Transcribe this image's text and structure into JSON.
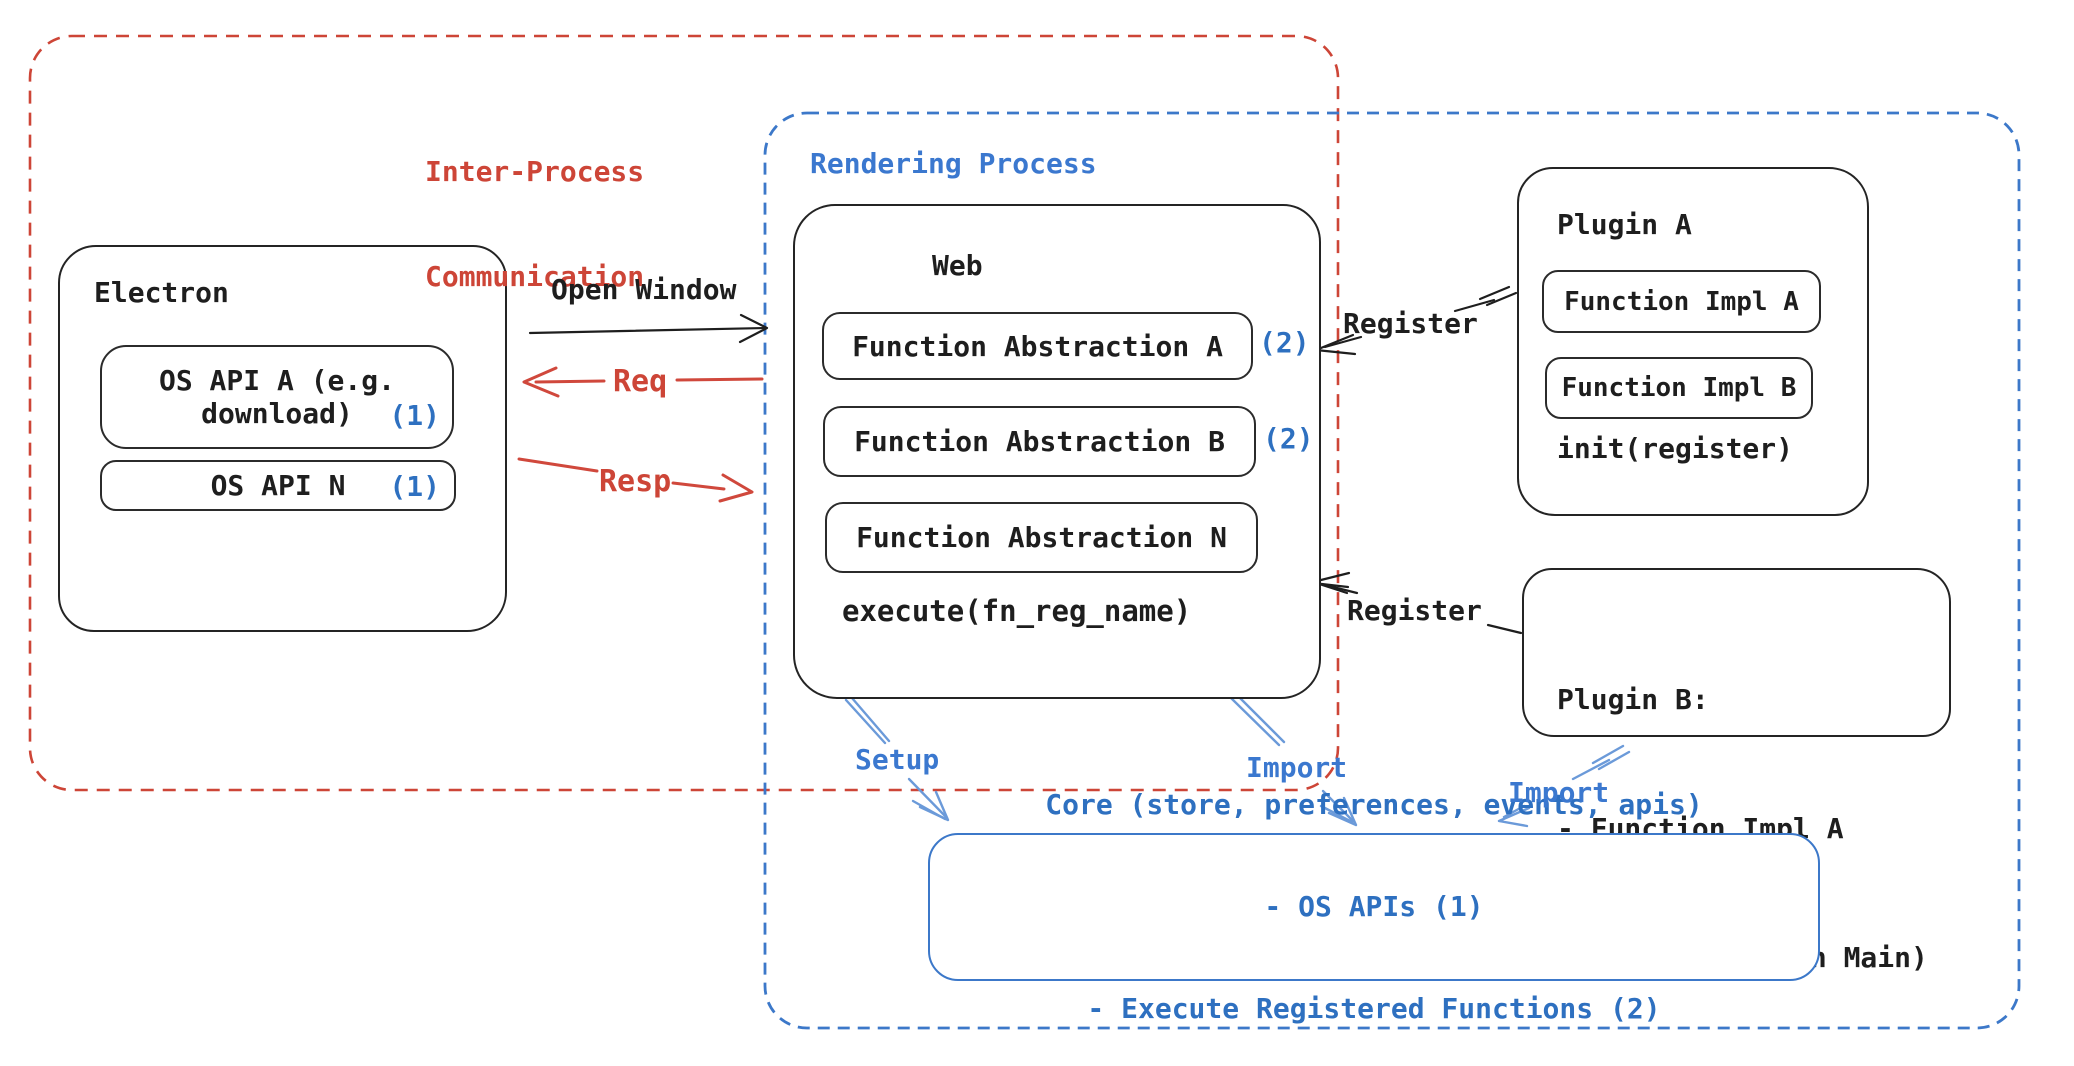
{
  "colors": {
    "ink": "#1e1e1e",
    "red": "#cd4537",
    "red_arrow": "#d0483c",
    "blue_text": "#2e70c0",
    "blue_dash_border": "#3c78c9",
    "blue_arrow": "#6b9ad9"
  },
  "ipc_region": {
    "label_line1": "Inter-Process",
    "label_line2": "Communication"
  },
  "rendering_region": {
    "label": "Rendering Process"
  },
  "electron": {
    "title": "Electron",
    "os_api_a": {
      "line1": "OS API A (e.g.",
      "line2": "download)",
      "badge": "(1)"
    },
    "os_api_n": {
      "label": "OS API N",
      "badge": "(1)"
    }
  },
  "web": {
    "title": "Web",
    "abstractions": [
      {
        "label": "Function Abstraction A",
        "badge": "(2)"
      },
      {
        "label": "Function Abstraction B",
        "badge": "(2)"
      },
      {
        "label": "Function Abstraction N",
        "badge": ""
      }
    ],
    "execute": "execute(fn_reg_name)"
  },
  "plugin_a": {
    "title": "Plugin A",
    "impl_a": "Function Impl A",
    "impl_b": "Function Impl B",
    "init": "init(register)"
  },
  "plugin_b": {
    "title": "Plugin B:",
    "line1": "- Function Impl A",
    "line2": "- Module (run on Main)"
  },
  "core": {
    "line1": "Core (store, preferences, events, apis)",
    "line2": "- OS APIs (1)",
    "line3": "- Execute Registered Functions (2)"
  },
  "arrows": {
    "open_window": "Open Window",
    "req": "Req",
    "resp": "Resp",
    "register_top": "Register",
    "register_bottom": "Register",
    "setup": "Setup",
    "import_left": "Import",
    "import_right": "Import"
  }
}
